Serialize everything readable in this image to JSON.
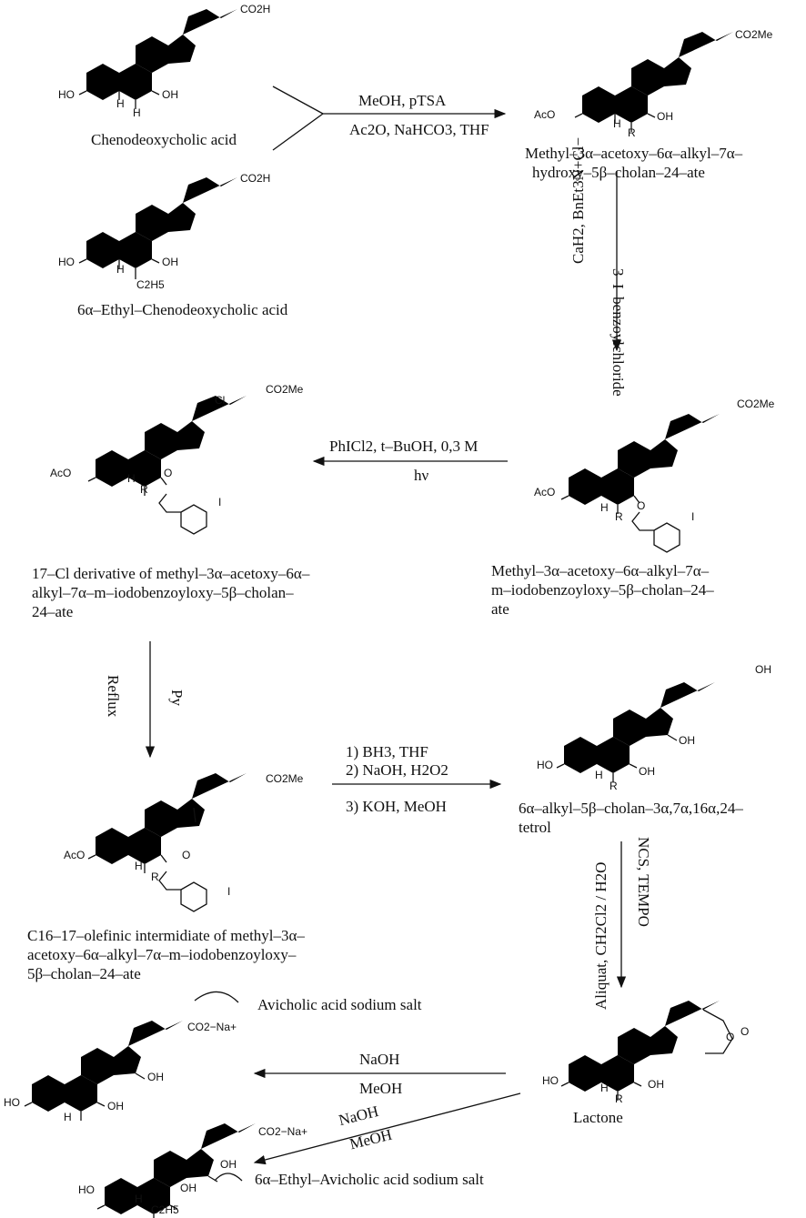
{
  "compounds": {
    "cdca": {
      "name": "Chenodeoxycholic acid"
    },
    "ethyl_cdca": {
      "name": "6α–Ethyl–Chenodeoxycholic acid"
    },
    "methyl_ester": {
      "line1": "Methyl–3α–acetoxy–6α–alkyl–7α–",
      "line2": "hydroxy–5β–cholan–24–ate"
    },
    "benzoyl_ester": {
      "line1": "Methyl–3α–acetoxy–6α–alkyl–7α–",
      "line2": "m–iodobenzoyloxy–5β–cholan–24–",
      "line3": "ate"
    },
    "chloro": {
      "line1": "17–Cl derivative of methyl–3α–acetoxy–6α–",
      "line2": "alkyl–7α–m–iodobenzoyloxy–5β–cholan–",
      "line3": "24–ate"
    },
    "olefin": {
      "line1": "C16–17–olefinic intermidiate of methyl–3α–",
      "line2": "acetoxy–6α–alkyl–7α–m–iodobenzoyloxy–",
      "line3": "5β–cholan–24–ate"
    },
    "tetrol": {
      "line1": "6α–alkyl–5β–cholan–3α,7α,16α,24–",
      "line2": "tetrol"
    },
    "lactone": {
      "name": "Lactone"
    },
    "avicholic": {
      "name": "Avicholic acid sodium salt"
    },
    "ethyl_avicholic": {
      "name": "6α–Ethyl–Avicholic acid sodium salt"
    }
  },
  "reagents": {
    "step1_top": "MeOH, pTSA",
    "step1_bottom": "Ac2O, NaHCO3, THF",
    "step2_a": "CaH2, BnEt3N+Cl−",
    "step2_b": "3–I–benzoylchloride",
    "step3_top": "PhICl2, t–BuOH, 0,3 M",
    "step3_bottom": "hν",
    "step4_a": "Py",
    "step4_b": "Reflux",
    "step5_1": "1) BH3, THF",
    "step5_2": "2) NaOH, H2O2",
    "step5_3": "3) KOH, MeOH",
    "step6_a": "Aliquat, CH2Cl2 / H2O",
    "step6_b": "NCS, TEMPO",
    "step7_top": "NaOH",
    "step7_bottom": "MeOH",
    "step8_top": "NaOH",
    "step8_bottom": "MeOH"
  },
  "atom_labels": {
    "co2h": "CO2H",
    "co2me": "CO2Me",
    "ho": "HO",
    "oh": "OH",
    "aco": "AcO",
    "h": "H",
    "r": "R",
    "et": "C2H5",
    "cl": "Cl",
    "i": "I",
    "o": "O",
    "co2na": "CO2−Na+"
  }
}
